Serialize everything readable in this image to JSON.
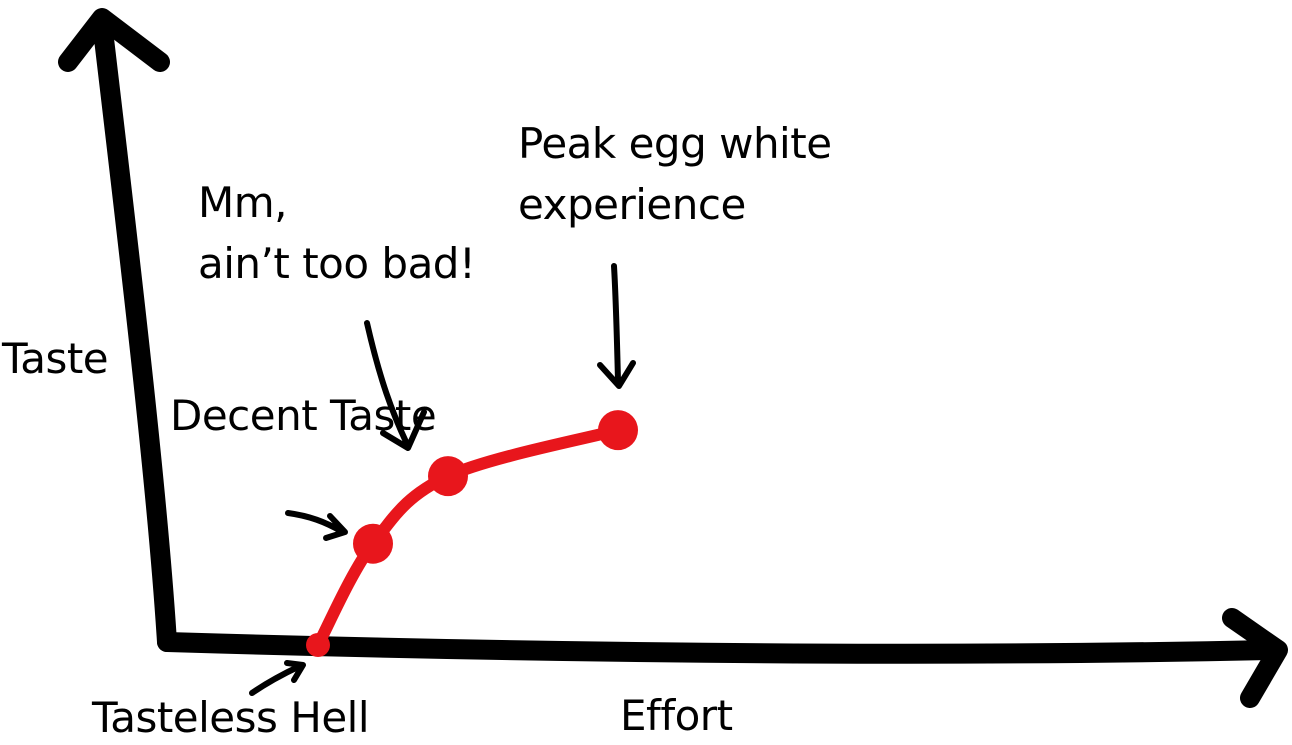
{
  "chart_data": {
    "type": "line",
    "xlabel": "Effort",
    "ylabel": "Taste",
    "grid": false,
    "colors": {
      "axis": "#000000",
      "curve": "#e8161c",
      "text": "#000000"
    },
    "series": [
      {
        "points": [
          {
            "label": "Tasteless Hell",
            "x": 0.0,
            "y": 0.0
          },
          {
            "label": "Decent Taste",
            "x": 0.11,
            "y": 0.33
          },
          {
            "label": "Mm,\nain’t too bad!",
            "x": 0.26,
            "y": 0.55
          },
          {
            "label": "Peak egg white\nexperience",
            "x": 0.6,
            "y": 0.7
          }
        ]
      }
    ]
  }
}
